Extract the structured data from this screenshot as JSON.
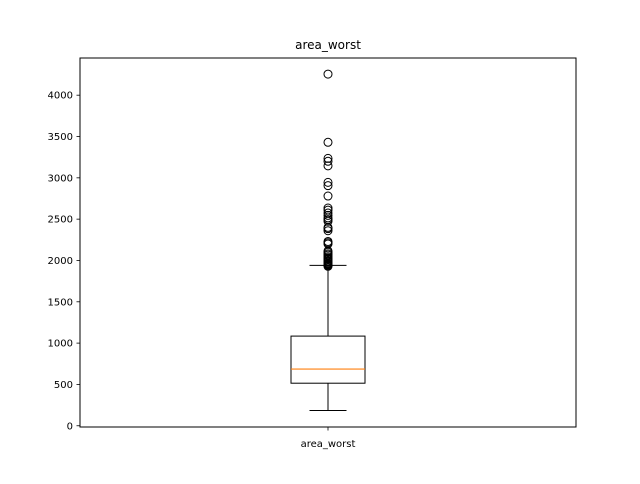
{
  "chart_data": {
    "type": "box",
    "title": "area_worst",
    "xlabel": "",
    "ylabel": "",
    "categories": [
      "area_worst"
    ],
    "ylim": [
      -15,
      4450
    ],
    "yticks": [
      0,
      500,
      1000,
      1500,
      2000,
      2500,
      3000,
      3500,
      4000
    ],
    "grid": false,
    "legend": "none",
    "series": [
      {
        "category": "area_worst",
        "whisker_low": 185,
        "q1": 515,
        "median": 686,
        "q3": 1085,
        "whisker_high": 1940,
        "outliers": [
          1930,
          1940,
          1945,
          1955,
          1960,
          1970,
          1985,
          1995,
          2010,
          2020,
          2030,
          2045,
          2065,
          2080,
          2100,
          2115,
          2200,
          2215,
          2230,
          2360,
          2385,
          2400,
          2475,
          2495,
          2515,
          2545,
          2575,
          2610,
          2635,
          2780,
          2905,
          2945,
          3145,
          3200,
          3235,
          3430,
          4255
        ]
      }
    ],
    "colors": {
      "box": "#000000",
      "median": "#ff7f0e",
      "outlier_edge": "#000000",
      "outlier_face": "none"
    }
  }
}
